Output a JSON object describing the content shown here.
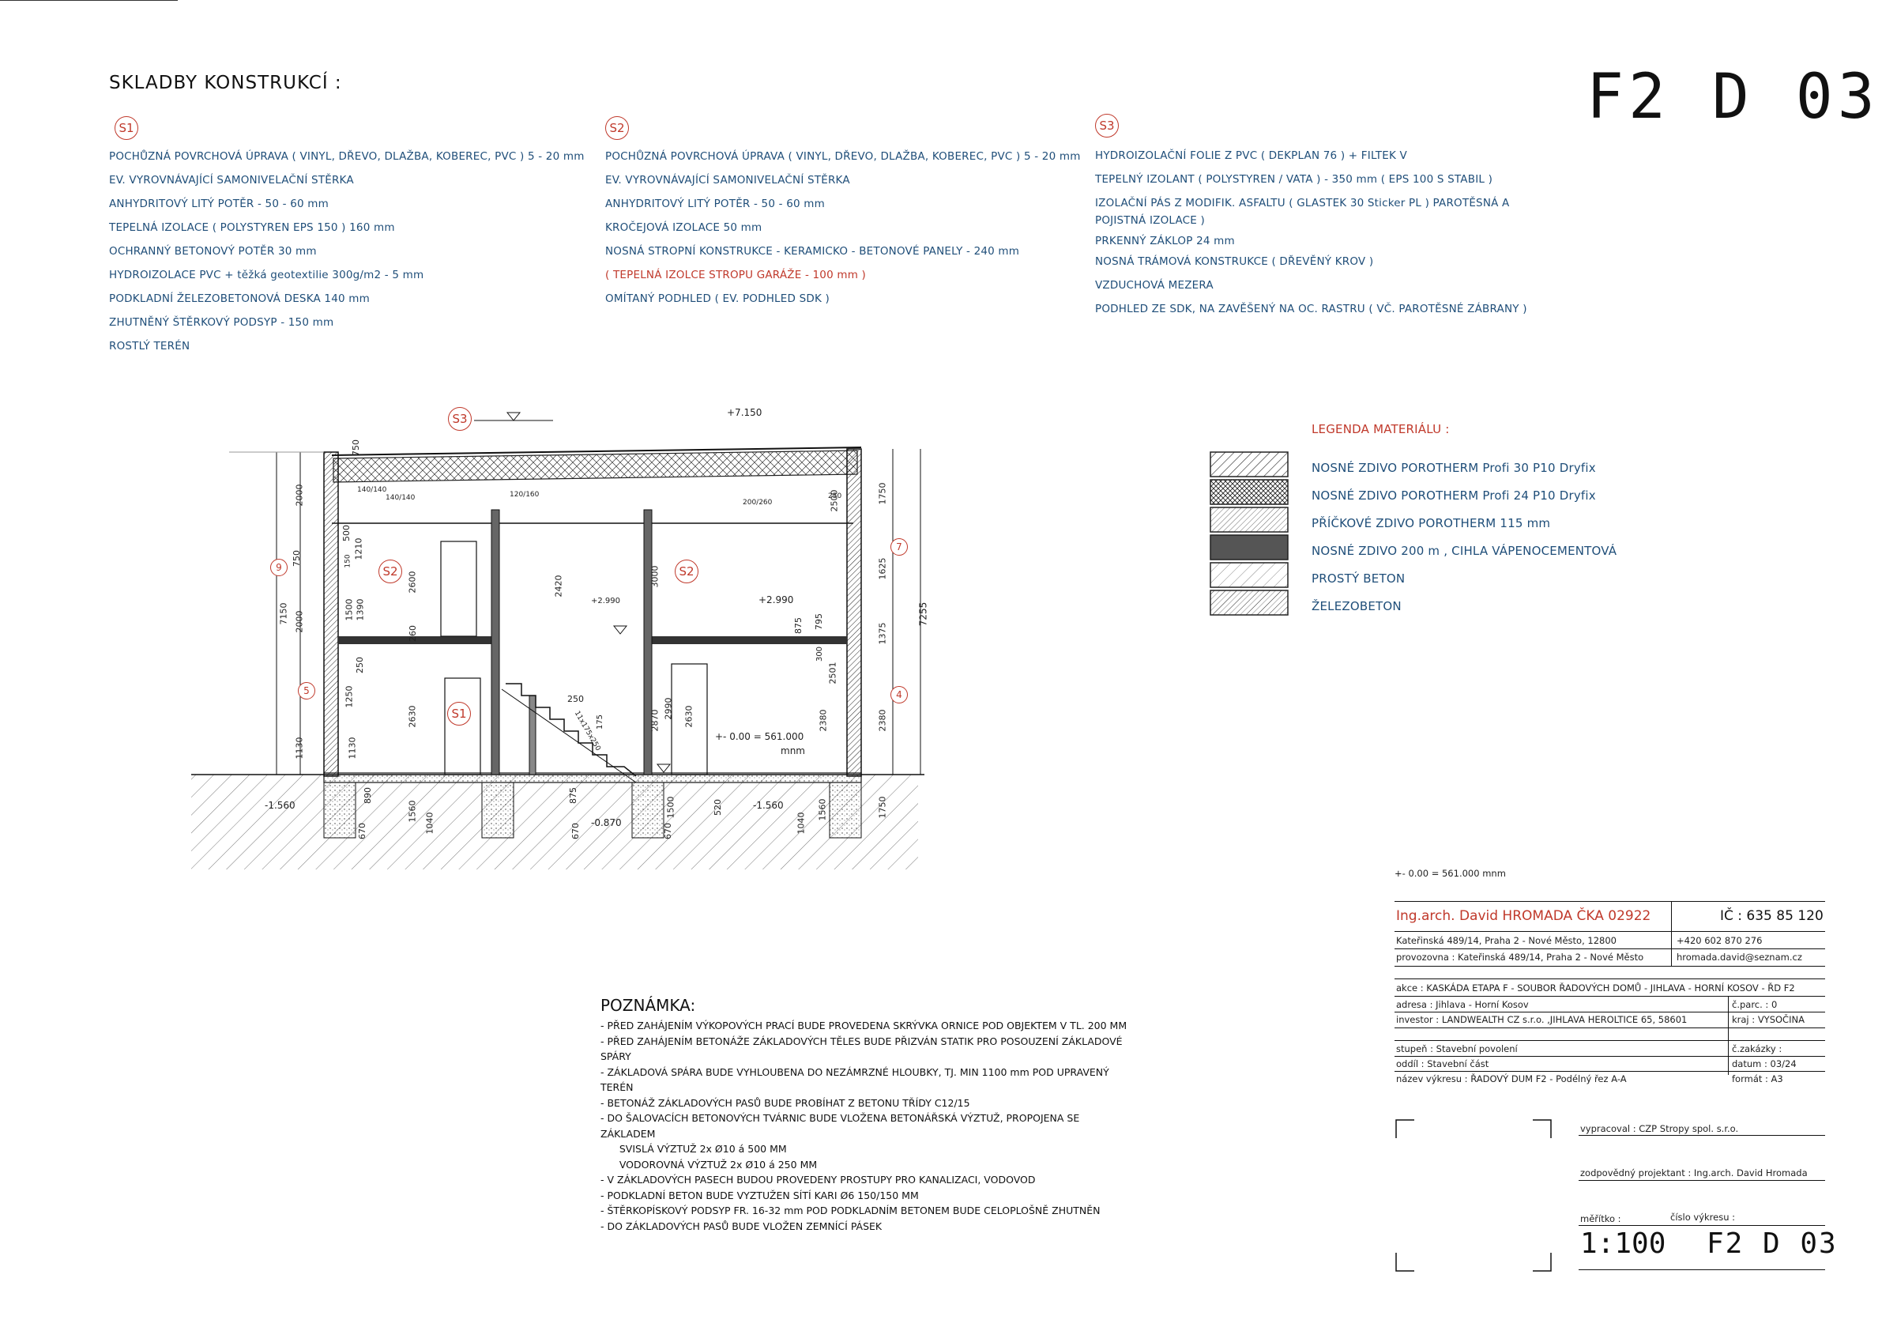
{
  "sheet_code": "F2 D 03",
  "compositions": {
    "heading": "SKLADBY KONSTRUKCÍ :",
    "s1": {
      "tag": "S1",
      "layers": [
        "POCHŮZNÁ POVRCHOVÁ ÚPRAVA ( VINYL, DŘEVO, DLAŽBA, KOBEREC, PVC )  5 - 20 mm",
        "EV. VYROVNÁVAJÍCÍ SAMONIVELAČNÍ STĚRKA",
        "ANHYDRITOVÝ LITÝ POTĚR - 50 - 60 mm",
        "TEPELNÁ IZOLACE ( POLYSTYREN EPS 150 ) 160 mm",
        "OCHRANNÝ BETONOVÝ POTĚR 30 mm",
        "HYDROIZOLACE  PVC + těžká geotextilie 300g/m2 - 5 mm",
        "PODKLADNÍ ŽELEZOBETONOVÁ DESKA 140 mm",
        "ZHUTNĚNÝ ŠTĚRKOVÝ PODSYP - 150 mm",
        "ROSTLÝ TERÉN"
      ]
    },
    "s2": {
      "tag": "S2",
      "layers": [
        "POCHŮZNÁ POVRCHOVÁ ÚPRAVA ( VINYL, DŘEVO, DLAŽBA, KOBEREC, PVC )  5 - 20 mm",
        "EV. VYROVNÁVAJÍCÍ SAMONIVELAČNÍ STĚRKA",
        "ANHYDRITOVÝ LITÝ POTĚR - 50 - 60 mm",
        "KROČEJOVÁ IZOLACE  50 mm",
        "NOSNÁ STROPNÍ KONSTRUKCE - KERAMICKO - BETONOVÉ PANELY - 240 mm",
        "( TEPELNÁ IZOLCE STROPU GARÁŽE - 100 mm )",
        "OMÍTANÝ PODHLED ( EV. PODHLED SDK )"
      ]
    },
    "s3": {
      "tag": "S3",
      "layers": [
        "HYDROIZOLAČNÍ FOLIE Z PVC  ( DEKPLAN 76 ) + FILTEK V",
        "TEPELNÝ IZOLANT ( POLYSTYREN / VATA ) - 350 mm ( EPS 100 S STABIL )",
        "IZOLAČNÍ PÁS Z MODIFIK. ASFALTU ( GLASTEK 30 Sticker PL ) PAROTĚSNÁ A",
        "POJISTNÁ IZOLACE )",
        "PRKENNÝ ZÁKLOP  24 mm",
        "NOSNÁ TRÁMOVÁ KONSTRUKCE ( DŘEVĚNÝ KROV )",
        "VZDUCHOVÁ MEZERA",
        "PODHLED ZE SDK, NA ZAVĚŠENÝ NA OC. RASTRU ( VČ. PAROTĚSNÉ ZÁBRANY )"
      ]
    }
  },
  "legend": {
    "title": "LEGENDA MATERIÁLU :",
    "items": [
      "NOSNÉ ZDIVO POROTHERM Profi 30 P10 Dryfix",
      "NOSNÉ ZDIVO POROTHERM Profi 24 P10  Dryfix",
      "PŘÍČKOVÉ ZDIVO POROTHERM 115 mm",
      "NOSNÉ ZDIVO 200 m , CIHLA VÁPENOCEMENTOVÁ",
      "PROSTÝ BETON",
      "ŽELEZOBETON"
    ]
  },
  "section": {
    "level_top": "+7.150",
    "level_floor2": "+2.990",
    "level_floor2_b": "+2.990",
    "level_zero": "+- 0.00 = 561.000",
    "level_zero_unit": "mnm",
    "level_found_l": "-1.560",
    "level_found_r": "-1.560",
    "level_found_m": "-0.870",
    "tag_s3": "S3",
    "tag_s2a": "S2",
    "tag_s2b": "S2",
    "tag_s1": "S1",
    "axis_9": "9",
    "axis_5": "5",
    "axis_7": "7",
    "axis_4": "4",
    "stairs_label": "11x175x250",
    "dims_vertical": [
      "750",
      "2000",
      "750",
      "2000",
      "7150",
      "1250",
      "1130",
      "500",
      "1210",
      "150",
      "1500",
      "1390",
      "250",
      "1130",
      "2600",
      "260",
      "2630",
      "2420",
      "3000",
      "2870",
      "2990",
      "2630",
      "875",
      "795",
      "300",
      "2501",
      "2380",
      "1750",
      "1625",
      "1375",
      "2380",
      "7255",
      "1560",
      "1040",
      "670",
      "890",
      "520",
      "1040",
      "1560",
      "670",
      "875",
      "1500",
      "670",
      "1750",
      "250",
      "175",
      "2500"
    ],
    "dims_small": [
      "140/140",
      "140/140",
      "120/160",
      "200/260",
      "250"
    ]
  },
  "ref_level": "+- 0.00 = 561.000 mnm",
  "title_block": {
    "architect": "Ing.arch. David HROMADA ČKA 02922",
    "ic": "IČ : 635 85 120",
    "address": "Kateřinská 489/14, Praha 2 - Nové Město, 12800",
    "phone": "+420 602 870 276",
    "office": "provozovna : Kateřinská 489/14, Praha 2 - Nové Město",
    "email": "hromada.david@seznam.cz",
    "action": "akce : KASKÁDA ETAPA F - SOUBOR ŘADOVÝCH DOMŮ - JIHLAVA - HORNÍ KOSOV - ŘD F2",
    "site": "adresa : Jihlava - Horní Kosov",
    "parcel": "č.parc. : 0",
    "investor": "investor : LANDWEALTH CZ s.r.o. ,JIHLAVA HEROLTICE 65, 58601",
    "region": "kraj : VYSOČINA",
    "stage": "stupeň : Stavební povolení",
    "order": "č.zakázky :",
    "part": "oddíl : Stavební část",
    "date": "datum : 03/24",
    "drawing_name": "název výkresu :  ŘADOVÝ DUM F2 - Podélný řez A-A",
    "format": "formát : A3",
    "prepared": "vypracoval : CZP Stropy spol. s.r.o.",
    "responsible": "zodpovědný projektant : Ing.arch. David Hromada",
    "scale_label": "měřítko :",
    "number_label": "číslo výkresu :",
    "scale": "1:100",
    "number": "F2 D 03"
  },
  "notes": {
    "heading": "POZNÁMKA:",
    "lines": [
      "- PŘED ZAHÁJENÍM VÝKOPOVÝCH PRACÍ BUDE PROVEDENA SKRÝVKA ORNICE POD OBJEKTEM V TL. 200 MM",
      "- PŘED ZAHÁJENÍM BETONÁŽE ZÁKLADOVÝCH TĚLES BUDE PŘIZVÁN STATIK PRO POSOUZENÍ ZÁKLADOVÉ",
      "SPÁRY",
      "- ZÁKLADOVÁ SPÁRA BUDE VYHLOUBENA DO NEZÁMRZNÉ HLOUBKY, TJ. MIN 1100 mm POD UPRAVENÝ",
      "TERÉN",
      "- BETONÁŽ ZÁKLADOVÝCH PASŮ BUDE PROBÍHAT Z BETONU TŘÍDY C12/15",
      "- DO ŠALOVACÍCH BETONOVÝCH TVÁRNIC BUDE VLOŽENA BETONÁŘSKÁ VÝZTUŽ, PROPOJENA SE",
      "ZÁKLADEM",
      "      SVISLÁ VÝZTUŽ 2x Ø10 á 500 MM",
      "      VODOROVNÁ VÝZTUŽ 2x Ø10 á 250 MM",
      "- V ZÁKLADOVÝCH PASECH BUDOU PROVEDENY PROSTUPY PRO KANALIZACI, VODOVOD",
      "- PODKLADNÍ BETON BUDE VYZTUŽEN SÍTÍ KARI Ø6 150/150 MM",
      "- ŠTĚRKOPÍSKOVÝ PODSYP FR. 16-32 mm POD  PODKLADNÍM BETONEM BUDE CELOPLOŠNĚ ZHUTNĚN",
      "- DO ZÁKLADOVÝCH PASŮ BUDE VLOŽEN ZEMNÍCÍ PÁSEK"
    ]
  }
}
